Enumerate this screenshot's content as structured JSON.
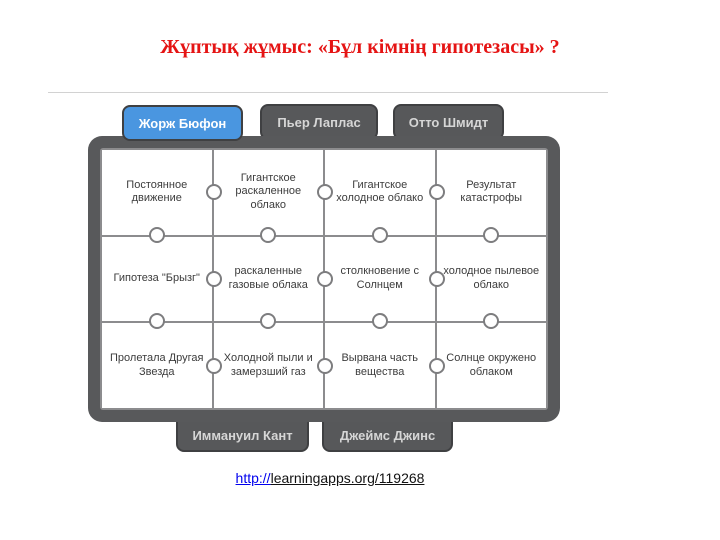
{
  "slide": {
    "title": "Жұптық жұмыс: «Бұл кімнің гипотезасы» ?",
    "link": {
      "protocol": "http://",
      "address": "learningapps.org/119268"
    }
  },
  "puzzle": {
    "top_tabs": [
      {
        "label": "Жорж Бюфон",
        "active": true
      },
      {
        "label": "Пьер Лаплас",
        "active": false
      },
      {
        "label": "Отто Шмидт",
        "active": false
      }
    ],
    "bottom_tabs": [
      {
        "label": "Иммануил Кант"
      },
      {
        "label": "Джеймс Джинс"
      }
    ],
    "cells": [
      [
        "Постоянное движение",
        "Гигантское раскаленное облако",
        "Гигантское холодное облако",
        "Результат катастрофы"
      ],
      [
        "Гипотеза \"Брызг\"",
        "раскаленные газовые облака",
        "столкновение с Солнцем",
        "холодное пылевое облако"
      ],
      [
        "Пролетала Другая Звезда",
        "Холодной пыли и замерзший газ",
        "Вырвана часть вещества",
        "Солнце окружено облаком"
      ]
    ],
    "colors": {
      "active_tab": "#4a96e0",
      "tab_background": "#57585a",
      "board_frame": "#58595b",
      "piece_background": "#ffffff",
      "title_red": "#e51414",
      "link_blue": "#0000ee"
    }
  }
}
